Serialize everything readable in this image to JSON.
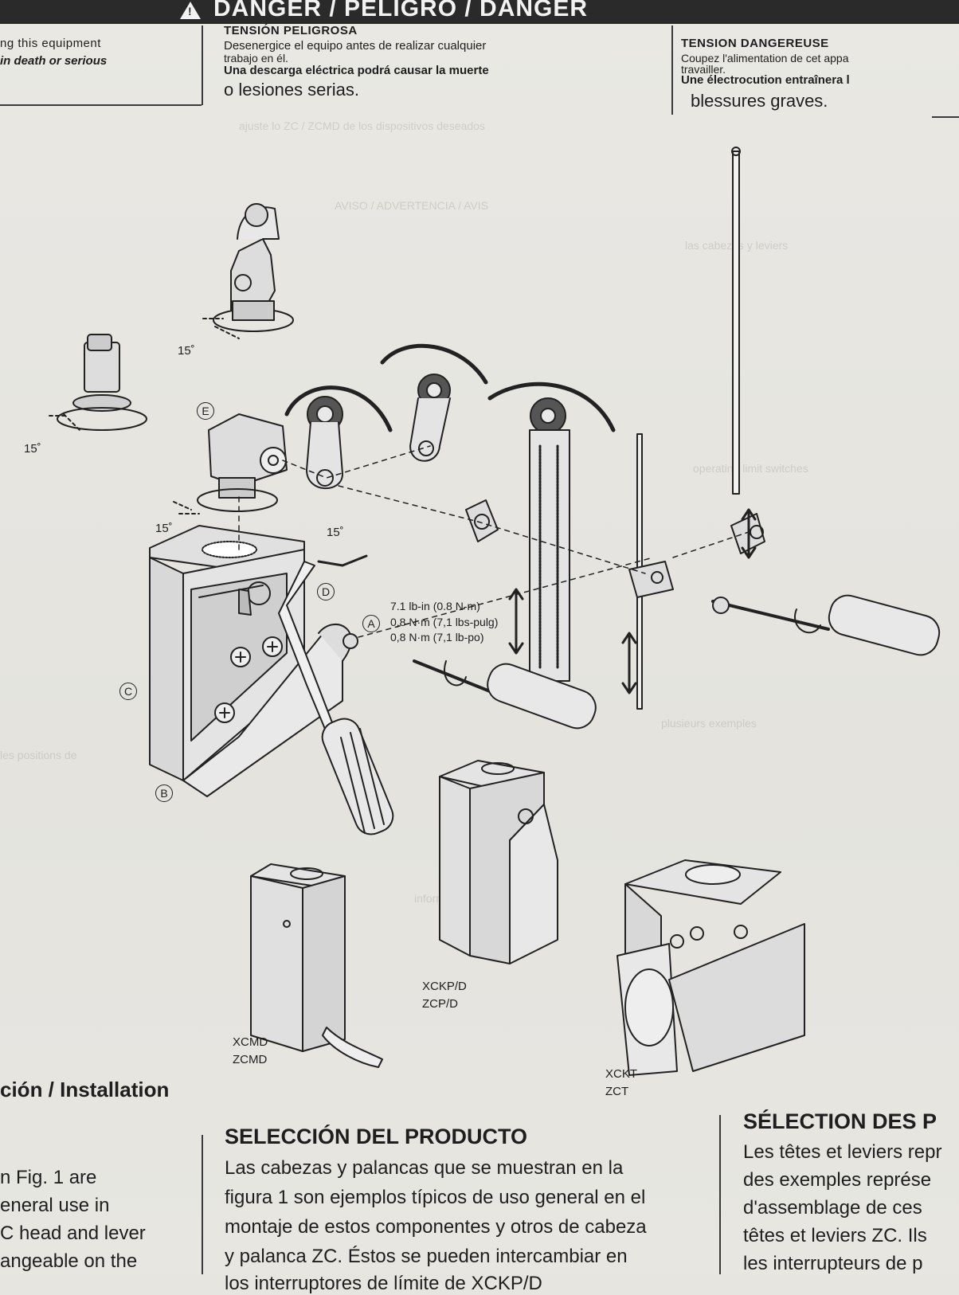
{
  "banner": {
    "title": "DANGER / PELIGRO / DANGER",
    "icon": "warning-triangle-icon"
  },
  "col_en": {
    "line1": "ng this equipment",
    "line2": "in death or serious"
  },
  "col_es": {
    "heading": "TENSIÓN PELIGROSA",
    "line1": "Desenergice el equipo antes de realizar cualquier",
    "line2": "trabajo en él.",
    "line3": "Una descarga eléctrica podrá causar la muerte",
    "line4": "o lesiones serias."
  },
  "col_fr": {
    "heading": "TENSION DANGEREUSE",
    "line1": "Coupez l'alimentation de cet appa",
    "line2": "travailler.",
    "line3": "Une électrocution entraînera l",
    "line4": "blessures graves."
  },
  "figure": {
    "angle_1": "15˚",
    "angle_2": "15˚",
    "angle_3": "15˚",
    "angle_4": "15˚",
    "label_a": "A",
    "label_b": "B",
    "label_c": "C",
    "label_d": "D",
    "label_e": "E",
    "torque_1": "7.1 lb-in (0.8 N-m)",
    "torque_2": "0,8 N·m (7,1 lbs-pulg)",
    "torque_3": "0,8 N·m (7,1 lb-po)",
    "model_1a": "XCMD",
    "model_1b": "ZCMD",
    "model_2a": "XCKP/D",
    "model_2b": "ZCP/D",
    "model_3a": "XCKT",
    "model_3b": "ZCT"
  },
  "installation": {
    "title": "ción / Installation"
  },
  "section_en": {
    "line1": "n Fig. 1 are",
    "line2": "eneral use in",
    "line3": "C head and lever",
    "line4": "angeable on the"
  },
  "section_es": {
    "title": "SELECCIÓN DEL PRODUCTO",
    "line1": "Las cabezas y palancas que se muestran en la",
    "line2": "figura 1 son ejemplos típicos de uso general en el",
    "line3": "montaje de estos componentes y otros de cabeza",
    "line4": "y palanca ZC. Éstos se pueden intercambiar en",
    "line5": "los interruptores de límite de XCKP/D"
  },
  "section_fr": {
    "title": "SÉLECTION DES P",
    "line1": "Les têtes et leviers repr",
    "line2": "des exemples représe",
    "line3": "d'assemblage de ces",
    "line4": "têtes et leviers ZC. Ils",
    "line5": "les interrupteurs de p"
  }
}
